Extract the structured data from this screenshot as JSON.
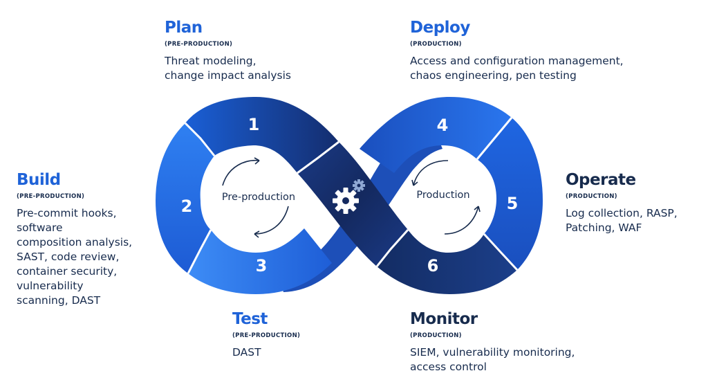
{
  "phases": {
    "plan": {
      "number": "1",
      "title": "Plan",
      "stage": "(PRE-PRODUCTION)",
      "description": "Threat modeling,\nchange impact analysis",
      "title_color": "#1f63d8"
    },
    "build": {
      "number": "2",
      "title": "Build",
      "stage": "(PRE-PRODUCTION)",
      "description": "Pre-commit hooks,\nsoftware\ncomposition analysis,\nSAST, code review,\ncontainer security,\nvulnerability\nscanning, DAST",
      "title_color": "#1f63d8"
    },
    "test": {
      "number": "3",
      "title": "Test",
      "stage": "(PRE-PRODUCTION)",
      "description": "DAST",
      "title_color": "#1f63d8"
    },
    "deploy": {
      "number": "4",
      "title": "Deploy",
      "stage": "(PRODUCTION)",
      "description": "Access and configuration management,\nchaos engineering, pen testing",
      "title_color": "#1f63d8"
    },
    "operate": {
      "number": "5",
      "title": "Operate",
      "stage": "(PRODUCTION)",
      "description": "Log collection, RASP,\nPatching, WAF",
      "title_color": "#172b4d"
    },
    "monitor": {
      "number": "6",
      "title": "Monitor",
      "stage": "(PRODUCTION)",
      "description": "SIEM, vulnerability monitoring,\naccess control",
      "title_color": "#172b4d"
    }
  },
  "loops": {
    "left_label": "Pre-production",
    "right_label": "Production"
  },
  "center_icon": "gears-icon",
  "colors": {
    "bright_blue": "#1f6fe5",
    "mid_blue": "#1b52c4",
    "dark_blue": "#13306f",
    "navy": "#172b4d"
  }
}
